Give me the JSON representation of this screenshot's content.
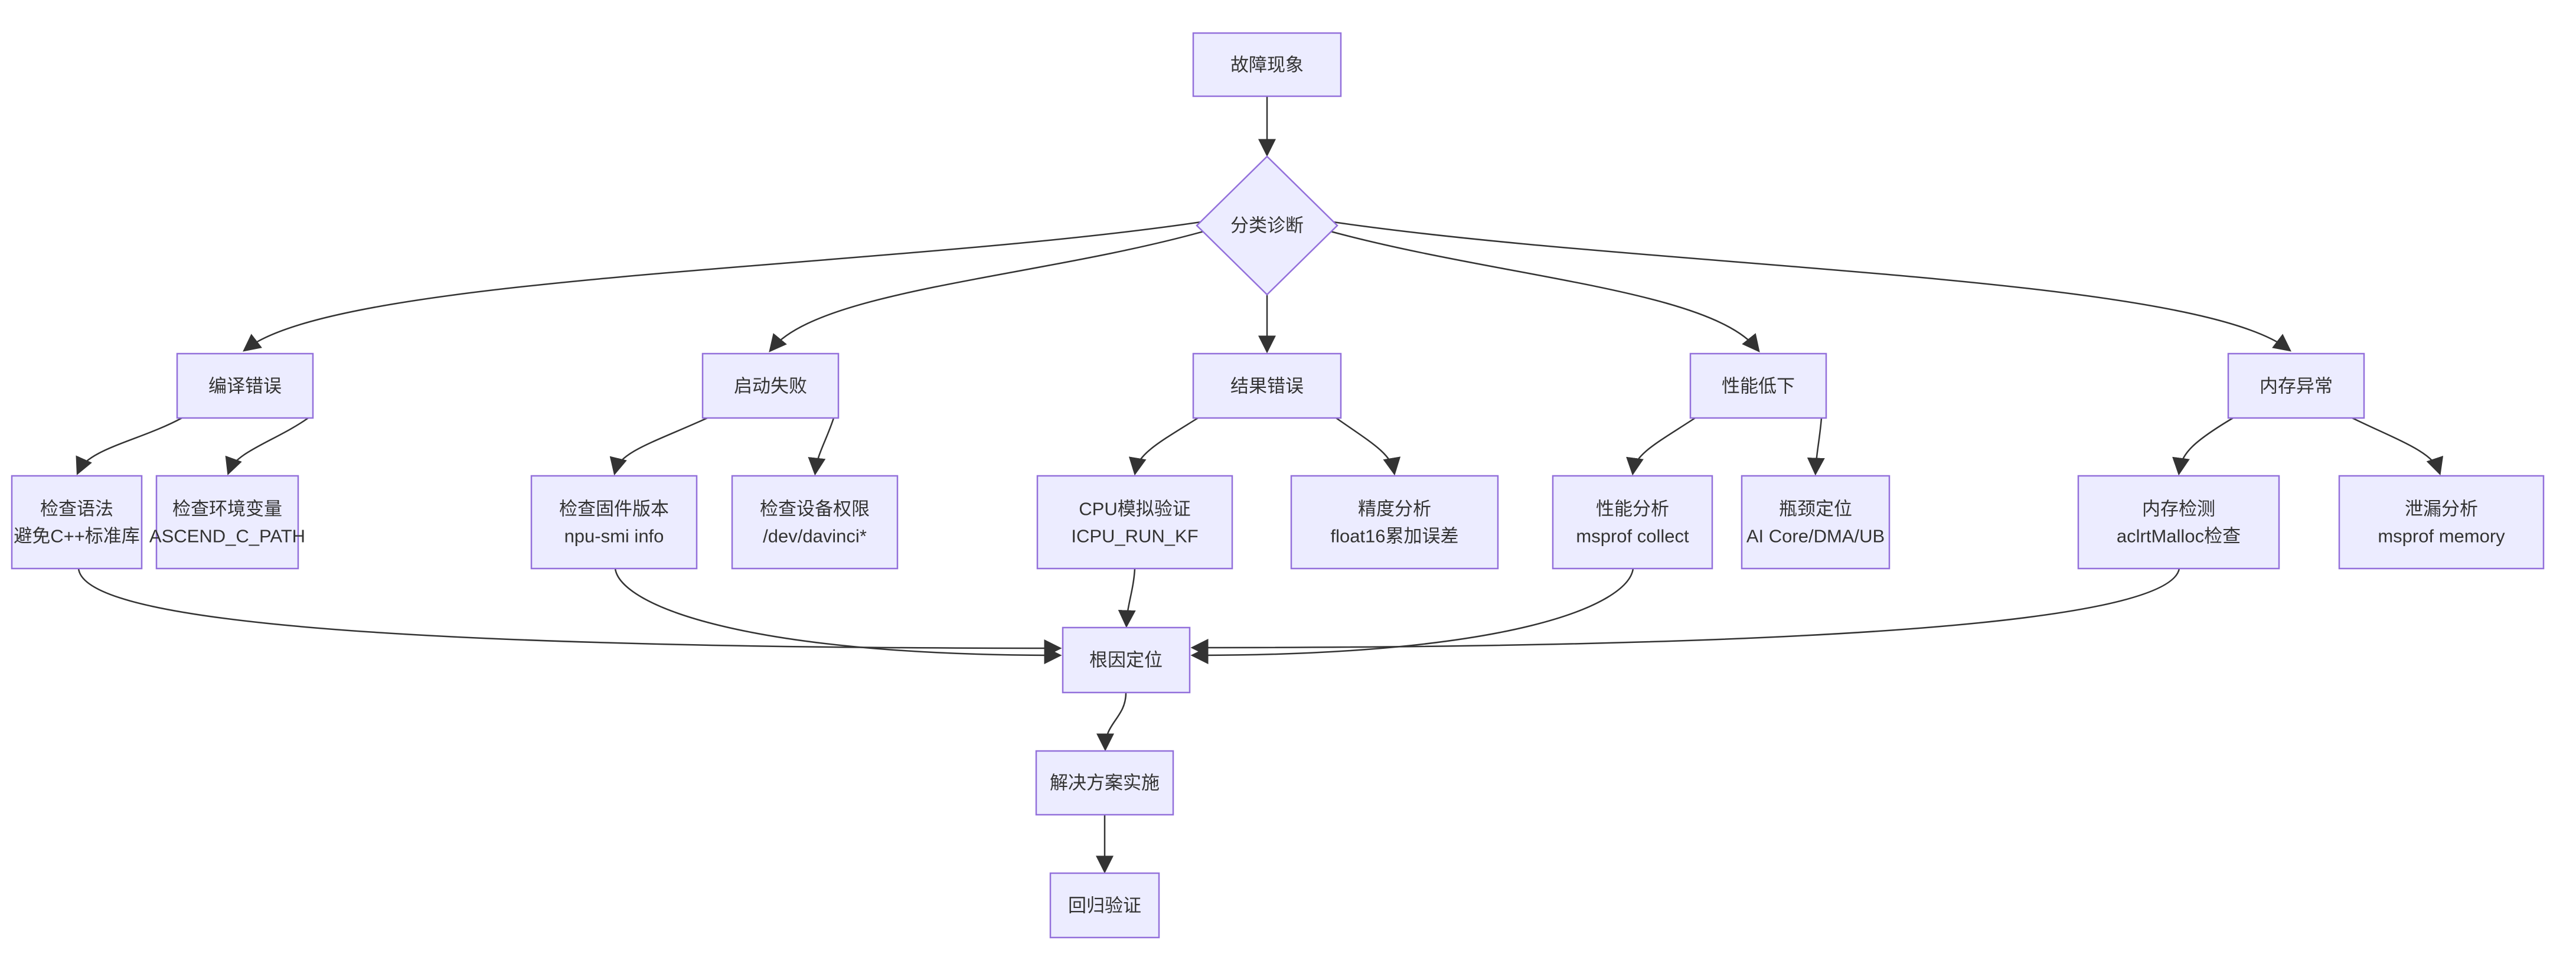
{
  "diagram": {
    "type": "flowchart",
    "direction": "top-down",
    "colors": {
      "node_fill": "#ECECFF",
      "node_border": "#9370DB",
      "edge_line": "#333333",
      "text": "#333333",
      "background": "#ffffff"
    },
    "nodes": {
      "start": {
        "label": "故障现象",
        "shape": "rect"
      },
      "classify": {
        "label": "分类诊断",
        "shape": "diamond"
      },
      "compile": {
        "label": "编译错误",
        "shape": "rect"
      },
      "launch": {
        "label": "启动失败",
        "shape": "rect"
      },
      "result": {
        "label": "结果错误",
        "shape": "rect"
      },
      "perf": {
        "label": "性能低下",
        "shape": "rect"
      },
      "memory": {
        "label": "内存异常",
        "shape": "rect"
      },
      "syntax": {
        "label": "检查语法",
        "sub": "避免C++标准库",
        "shape": "rect"
      },
      "envvar": {
        "label": "检查环境变量",
        "sub": "ASCEND_C_PATH",
        "shape": "rect"
      },
      "firmware": {
        "label": "检查固件版本",
        "sub": "npu-smi info",
        "shape": "rect"
      },
      "devperm": {
        "label": "检查设备权限",
        "sub": "/dev/davinci*",
        "shape": "rect"
      },
      "cpusim": {
        "label": "CPU模拟验证",
        "sub": "ICPU_RUN_KF",
        "shape": "rect"
      },
      "precision": {
        "label": "精度分析",
        "sub": "float16累加误差",
        "shape": "rect"
      },
      "perfprof": {
        "label": "性能分析",
        "sub": "msprof collect",
        "shape": "rect"
      },
      "bottleneck": {
        "label": "瓶颈定位",
        "sub": "AI Core/DMA/UB",
        "shape": "rect"
      },
      "memcheck": {
        "label": "内存检测",
        "sub": "aclrtMalloc检查",
        "shape": "rect"
      },
      "leak": {
        "label": "泄漏分析",
        "sub": "msprof memory",
        "shape": "rect"
      },
      "root": {
        "label": "根因定位",
        "shape": "rect"
      },
      "solution": {
        "label": "解决方案实施",
        "shape": "rect"
      },
      "regression": {
        "label": "回归验证",
        "shape": "rect"
      }
    },
    "edges": [
      {
        "from": "start",
        "to": "classify"
      },
      {
        "from": "classify",
        "to": "compile"
      },
      {
        "from": "classify",
        "to": "launch"
      },
      {
        "from": "classify",
        "to": "result"
      },
      {
        "from": "classify",
        "to": "perf"
      },
      {
        "from": "classify",
        "to": "memory"
      },
      {
        "from": "compile",
        "to": "syntax"
      },
      {
        "from": "compile",
        "to": "envvar"
      },
      {
        "from": "launch",
        "to": "firmware"
      },
      {
        "from": "launch",
        "to": "devperm"
      },
      {
        "from": "result",
        "to": "cpusim"
      },
      {
        "from": "result",
        "to": "precision"
      },
      {
        "from": "perf",
        "to": "perfprof"
      },
      {
        "from": "perf",
        "to": "bottleneck"
      },
      {
        "from": "memory",
        "to": "memcheck"
      },
      {
        "from": "memory",
        "to": "leak"
      },
      {
        "from": "syntax",
        "to": "root"
      },
      {
        "from": "firmware",
        "to": "root"
      },
      {
        "from": "cpusim",
        "to": "root"
      },
      {
        "from": "perfprof",
        "to": "root"
      },
      {
        "from": "memcheck",
        "to": "root"
      },
      {
        "from": "root",
        "to": "solution"
      },
      {
        "from": "solution",
        "to": "regression"
      }
    ]
  }
}
